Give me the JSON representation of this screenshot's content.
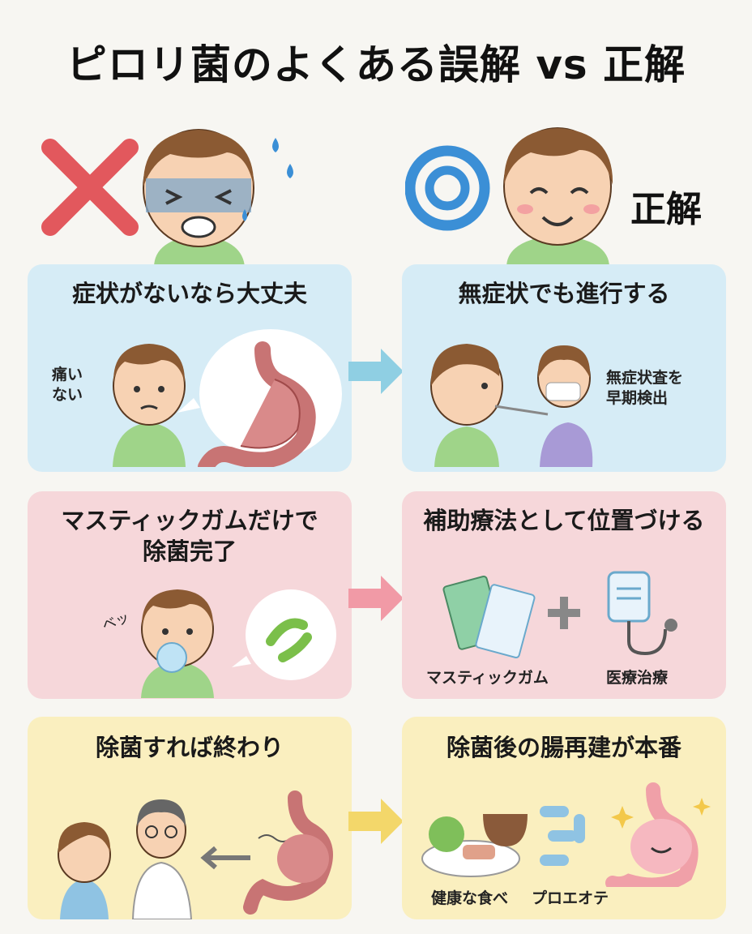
{
  "title": "ピロリ菌のよくある誤解 vs 正解",
  "header": {
    "wrong_icon": "cross-icon",
    "right_icon": "double-circle-icon",
    "correct_label": "正解"
  },
  "rows": [
    {
      "myth": {
        "title": "症状がないなら大丈夫",
        "speech": "痛い\nない"
      },
      "truth": {
        "title": "無症状でも進行する",
        "caption": "無症状査を\n早期検出"
      }
    },
    {
      "myth": {
        "title": "マスティックガムだけで\n除菌完了",
        "sfx": "ベッ"
      },
      "truth": {
        "title": "補助療法として位置づける",
        "item1": "マスティックガム",
        "item2": "医療治療"
      }
    },
    {
      "myth": {
        "title": "除菌すれば終わり"
      },
      "truth": {
        "title": "除菌後の腸再建が本番",
        "item1": "健康な食べ",
        "item2": "プロエオテ"
      }
    }
  ],
  "colors": {
    "row1": "#d6ecf6",
    "row2": "#f6d7da",
    "row3": "#faefbf",
    "cross": "#e2585d",
    "circle": "#3b8fd6"
  }
}
